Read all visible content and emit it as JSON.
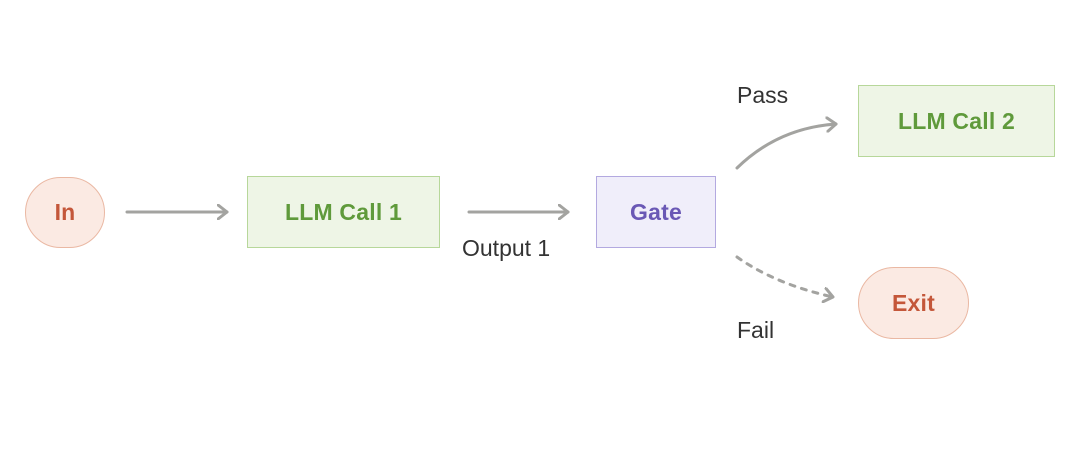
{
  "nodes": {
    "in": "In",
    "llm_call_1": "LLM Call 1",
    "gate": "Gate",
    "llm_call_2": "LLM Call 2",
    "exit": "Exit"
  },
  "edges": {
    "output_1": "Output 1",
    "pass": "Pass",
    "fail": "Fail"
  },
  "colors": {
    "terminal_fill": "#fbeae3",
    "terminal_text": "#c4573a",
    "llm_fill": "#eef5e6",
    "llm_text": "#5f9a3b",
    "gate_fill": "#f0eefa",
    "gate_text": "#6a58b5",
    "arrow": "#a3a3a0"
  }
}
